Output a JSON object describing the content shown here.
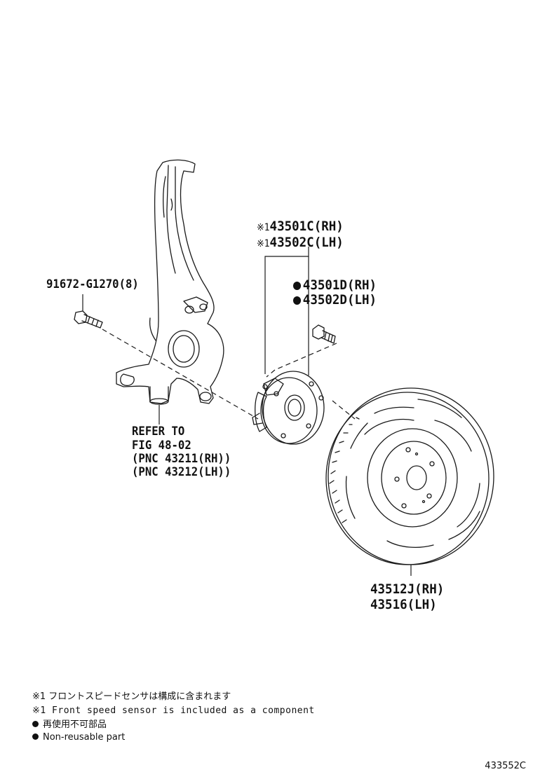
{
  "callouts": {
    "hub_sensor": {
      "mark": "※1",
      "line1": "43501C(RH)",
      "line2": "43502C(LH)",
      "mark2": "※1"
    },
    "hub_bolt": {
      "line1": "43501D(RH)",
      "line2": "43502D(LH)"
    },
    "knuckle_bolt": {
      "text": "91672-G1270(8)"
    },
    "knuckle_ref": {
      "line1": "REFER TO",
      "line2": "FIG 48-02",
      "line3": "(PNC 43211(RH))",
      "line4": "(PNC 43212(LH))"
    },
    "disc": {
      "line1": "43512J(RH)",
      "line2": "43516(LH)"
    }
  },
  "notes": {
    "sensor_jp": "※1 フロントスピードセンサは構成に含まれます",
    "sensor_en": "※1 Front speed sensor is included as a component",
    "nonreuse_jp": "再使用不可部品",
    "nonreuse_en": "Non-reusable part"
  },
  "figure_id": "433552C"
}
